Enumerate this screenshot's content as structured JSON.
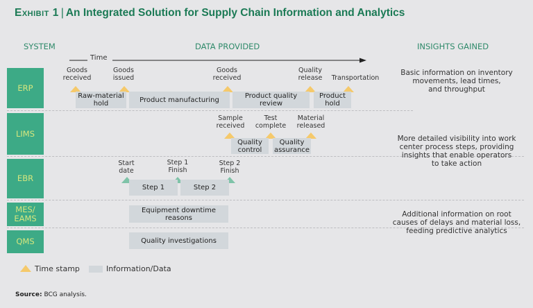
{
  "title": {
    "exhibit": "Exhibit 1",
    "text": "An Integrated Solution for Supply Chain Information and Analytics"
  },
  "columns": {
    "system": "SYSTEM",
    "data": "DATA PROVIDED",
    "insights": "INSIGHTS GAINED"
  },
  "timeline_label": "Time",
  "systems": [
    {
      "name": "ERP"
    },
    {
      "name": "LIMS"
    },
    {
      "name": "EBR"
    },
    {
      "name": "MES/\nEAMS"
    },
    {
      "name": "QMS"
    }
  ],
  "erp": {
    "timestamps": [
      "Goods\nreceived",
      "Goods\nissued",
      "Goods\nreceived",
      "Quality\nrelease",
      "Transportation"
    ],
    "info": [
      "Raw-material\nhold",
      "Product manufacturing",
      "Product quality\nreview",
      "Product\nhold"
    ]
  },
  "lims": {
    "timestamps": [
      "Sample\nreceived",
      "Test\ncomplete",
      "Material\nreleased"
    ],
    "info": [
      "Quality\ncontrol",
      "Quality\nassurance"
    ]
  },
  "ebr": {
    "timestamps": [
      "Start\ndate",
      "Step 1\nFinish",
      "Step 2\nFinish"
    ],
    "info": [
      "Step 1",
      "Step 2"
    ]
  },
  "mes": {
    "info": [
      "Equipment downtime\nreasons"
    ]
  },
  "qms": {
    "info": [
      "Quality investigations"
    ]
  },
  "insights": [
    "Basic information on inventory\nmovements, lead times,\nand throughput",
    "More detailed visibility into work\ncenter process steps, providing\ninsights that enable operators\nto take action",
    "Additional information on root\ncauses of delays and material loss,\nfeeding predictive analytics"
  ],
  "legend": {
    "timestamp": "Time stamp",
    "info": "Information/Data"
  },
  "source": {
    "label": "Source:",
    "text": "BCG analysis."
  },
  "colors": {
    "title": "#1b7a55",
    "system_box": "#3daa86",
    "system_text": "#d6e67e",
    "timestamp_yellow": "#f5c96b",
    "timestamp_green": "#7fc3a8",
    "info_box": "#d2d7db",
    "background": "#e6e6e8"
  }
}
